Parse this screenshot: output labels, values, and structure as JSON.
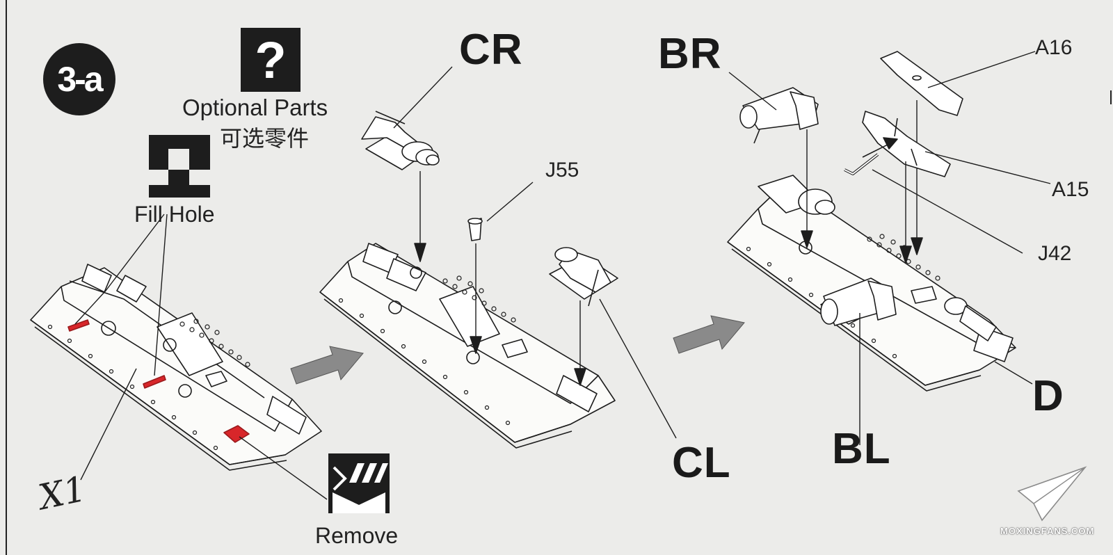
{
  "step": {
    "number": "3-a"
  },
  "legend": {
    "optional_parts": {
      "icon_glyph": "?",
      "label_en": "Optional Parts",
      "label_cn": "可选零件",
      "icon": "question-mark-icon"
    },
    "fill_hole": {
      "label": "Fill Hole",
      "icon": "fill-hole-icon"
    },
    "remove": {
      "label": "Remove",
      "icon": "remove-cut-icon"
    }
  },
  "quantity_note": "X1",
  "part_labels": {
    "cr": "CR",
    "br": "BR",
    "cl": "CL",
    "bl": "BL",
    "d": "D",
    "j55": "J55",
    "a16": "A16",
    "a15": "A15",
    "j42": "J42"
  },
  "watermark": "MOXINGFANS.COM",
  "colors": {
    "paper": "#ececea",
    "ink": "#1d1d1d",
    "highlight_red": "#d8262a",
    "arrow_gray": "#8a8a8a"
  }
}
